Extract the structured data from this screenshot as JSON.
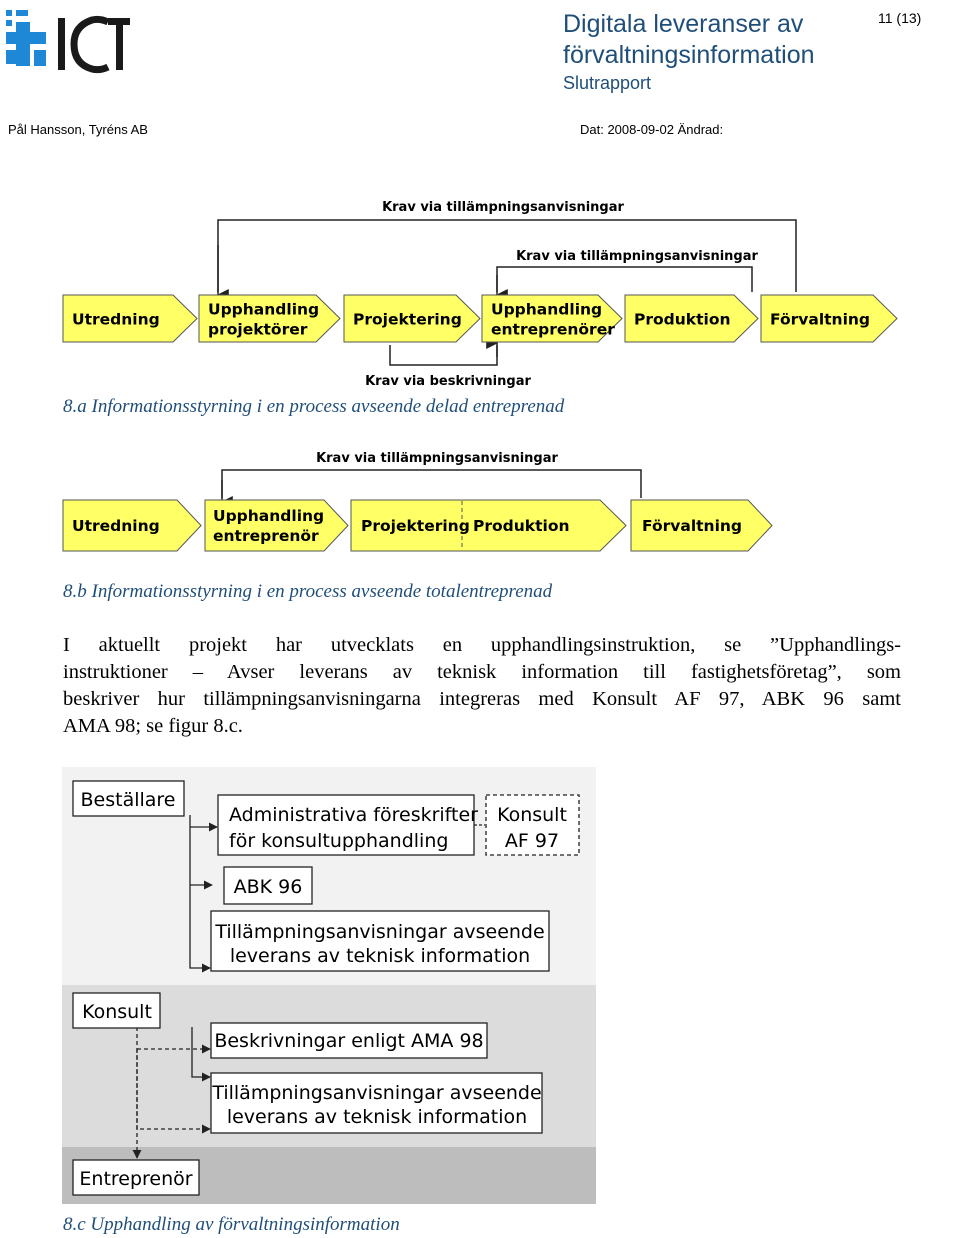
{
  "header": {
    "logo_text": "ICT",
    "title_line1": "Digitala leveranser av",
    "title_line2": "förvaltningsinformation",
    "subtitle": "Slutrapport",
    "page_number": "11 (13)",
    "author": "Pål Hansson, Tyréns AB",
    "date": "Dat: 2008-09-02 Ändrad:"
  },
  "figure_a": {
    "label_top": "Krav via tillämpningsanvisningar",
    "label_mid": "Krav via tillämpningsanvisningar",
    "label_bottom": "Krav via beskrivningar",
    "steps": [
      [
        "Utredning"
      ],
      [
        "Upphandling",
        "projektörer"
      ],
      [
        "Projektering"
      ],
      [
        "Upphandling",
        "entreprenörer"
      ],
      [
        "Produktion"
      ],
      [
        "Förvaltning"
      ]
    ],
    "caption": "8.a Informationsstyrning i en process avseende delad entreprenad"
  },
  "figure_b": {
    "label_top": "Krav via tillämpningsanvisningar",
    "steps": [
      [
        "Utredning"
      ],
      [
        "Upphandling",
        "entreprenör"
      ],
      [
        "Projektering"
      ],
      [
        "Produktion"
      ],
      [
        "Förvaltning"
      ]
    ],
    "caption": "8.b Informationsstyrning i en process avseende totalentreprenad"
  },
  "paragraph": {
    "line1": "I aktuellt projekt har utvecklats en upphandlingsinstruktion, se ”Upphandlings-",
    "line2": "instruktioner – Avser leverans av teknisk information till fastighetsföretag”, som",
    "line3": "beskriver hur tillämpningsanvisningarna integreras med Konsult AF 97, ABK 96 samt",
    "line4": "AMA 98; se figur 8.c."
  },
  "figure_c": {
    "bestallare": "Beställare",
    "admin": [
      "Administrativa föreskrifter",
      "för konsultupphandling"
    ],
    "konsult_af": [
      "Konsult",
      "AF 97"
    ],
    "abk": "ABK 96",
    "tillamp1": [
      "Tillämpningsanvisningar avseende",
      "leverans av teknisk information"
    ],
    "konsult": "Konsult",
    "beskrivningar": "Beskrivningar enligt AMA 98",
    "tillamp2": [
      "Tillämpningsanvisningar avseende",
      "leverans av teknisk information"
    ],
    "entreprenor": "Entreprenör",
    "caption": "8.c Upphandling av förvaltningsinformation"
  },
  "colors": {
    "brand_blue": "#1f4e79",
    "logo_blue": "#1e88d6",
    "process_yellow": "#ffff66",
    "band_light": "#f2f2f2",
    "band_mid": "#dcdcdc",
    "band_dark": "#bdbdbd"
  }
}
